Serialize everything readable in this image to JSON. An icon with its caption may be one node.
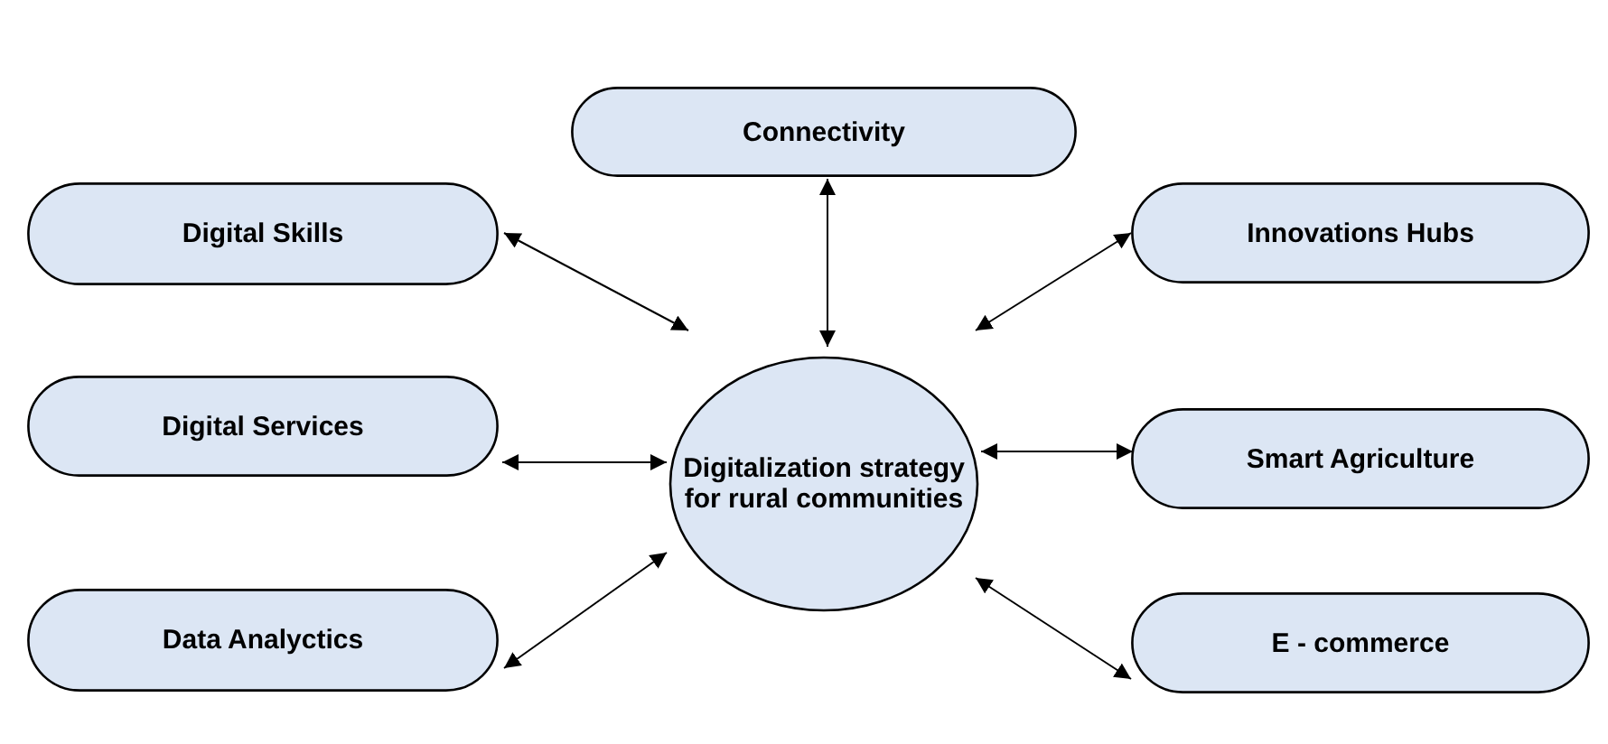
{
  "diagram": {
    "nodes": [
      {
        "text": [
          "Connectivity"
        ]
      },
      {
        "text": [
          "Digital Skills"
        ]
      },
      {
        "text": [
          "Innovations Hubs"
        ]
      },
      {
        "text": [
          "Digital Services"
        ]
      },
      {
        "text": [
          "Digitalization strategy for rural communities"
        ]
      },
      {
        "text": [
          "Smart Agriculture"
        ]
      },
      {
        "text": [
          "Data Analyctics"
        ]
      },
      {
        "text": [
          "E - commerce"
        ]
      }
    ],
    "edges": [
      {
        "from": 4,
        "to": 0,
        "arrow": "both"
      },
      {
        "from": 4,
        "to": 1,
        "arrow": "both"
      },
      {
        "from": 4,
        "to": 2,
        "arrow": "both"
      },
      {
        "from": 4,
        "to": 3,
        "arrow": "both"
      },
      {
        "from": 4,
        "to": 5,
        "arrow": "both"
      },
      {
        "from": 4,
        "to": 6,
        "arrow": "both"
      },
      {
        "from": 4,
        "to": 7,
        "arrow": "both"
      }
    ]
  }
}
